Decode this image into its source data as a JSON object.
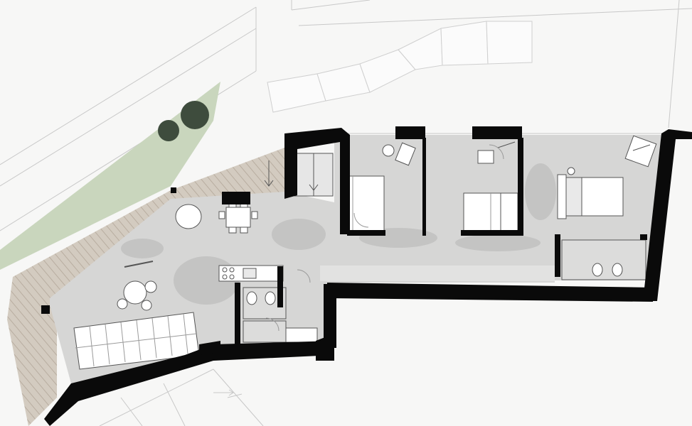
{
  "drawing": {
    "type": "architectural floor plan",
    "labels": [],
    "colors": {
      "background": "#f7f7f6",
      "interior_floor": "#d6d6d5",
      "interior_patches": "#c4c4c3",
      "walls": "#0a0a0a",
      "deck_wood": "#d3cbc0",
      "deck_stripes": "#b8ada0",
      "lawn": "#c9d6bd",
      "trees": "#3e4c3d",
      "parking_lines": "#cfcfcf",
      "fixtures": "#ffffff",
      "thin_lines": "#9a9a9a"
    },
    "rooms": [
      "living-dining",
      "kitchen",
      "bathroom-1",
      "laundry",
      "entrance-lift",
      "bedroom-1",
      "bedroom-2",
      "master-bedroom",
      "bathroom-2",
      "corridor",
      "terrace"
    ],
    "icons": [
      "tree-icon",
      "down-arrow-icon",
      "dimension-arrow-icon"
    ]
  }
}
